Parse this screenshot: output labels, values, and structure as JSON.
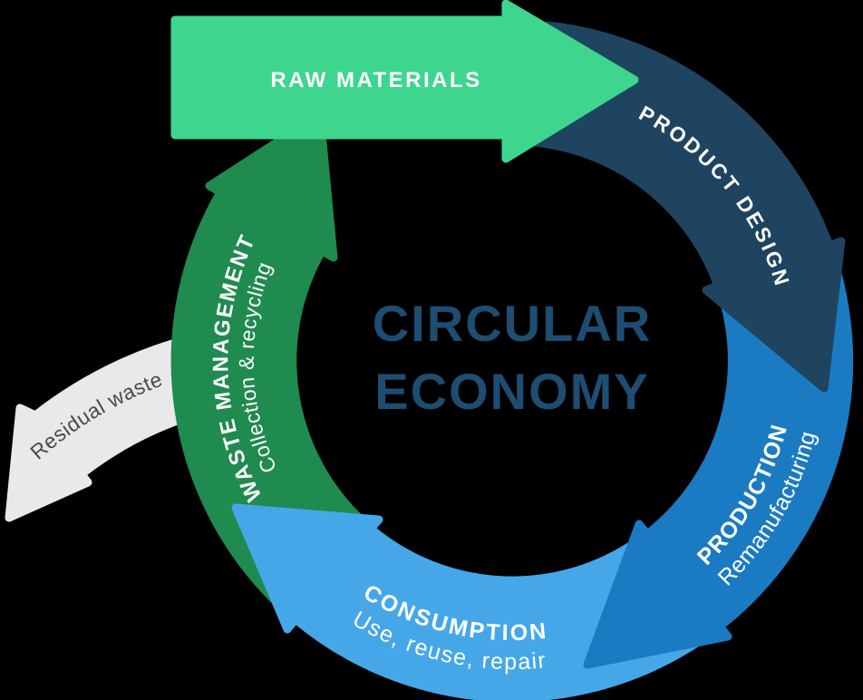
{
  "diagram": {
    "center_title_line1": "CIRCULAR",
    "center_title_line2": "ECONOMY",
    "title_color": "#1E4D72",
    "background_color": "#000000",
    "label_color": "#FFFFFF",
    "stages": [
      {
        "name": "raw-materials",
        "label": "RAW MATERIALS",
        "sublabel": "",
        "color": "#3ED68E"
      },
      {
        "name": "product-design",
        "label": "PRODUCT DESIGN",
        "sublabel": "",
        "color": "#1F4460"
      },
      {
        "name": "production",
        "label": "PRODUCTION",
        "sublabel": "Remanufacturing",
        "color": "#1A7BC2"
      },
      {
        "name": "consumption",
        "label": "CONSUMPTION",
        "sublabel": "Use, reuse, repair",
        "color": "#45A7E8"
      },
      {
        "name": "waste-management",
        "label": "WASTE MANAGEMENT",
        "sublabel": "Collection & recycling",
        "color": "#1F8B4E"
      }
    ],
    "exit_flow": {
      "name": "residual-waste",
      "label": "Residual waste",
      "color": "#E9E9E9",
      "text_color": "#4A4A4A"
    }
  }
}
